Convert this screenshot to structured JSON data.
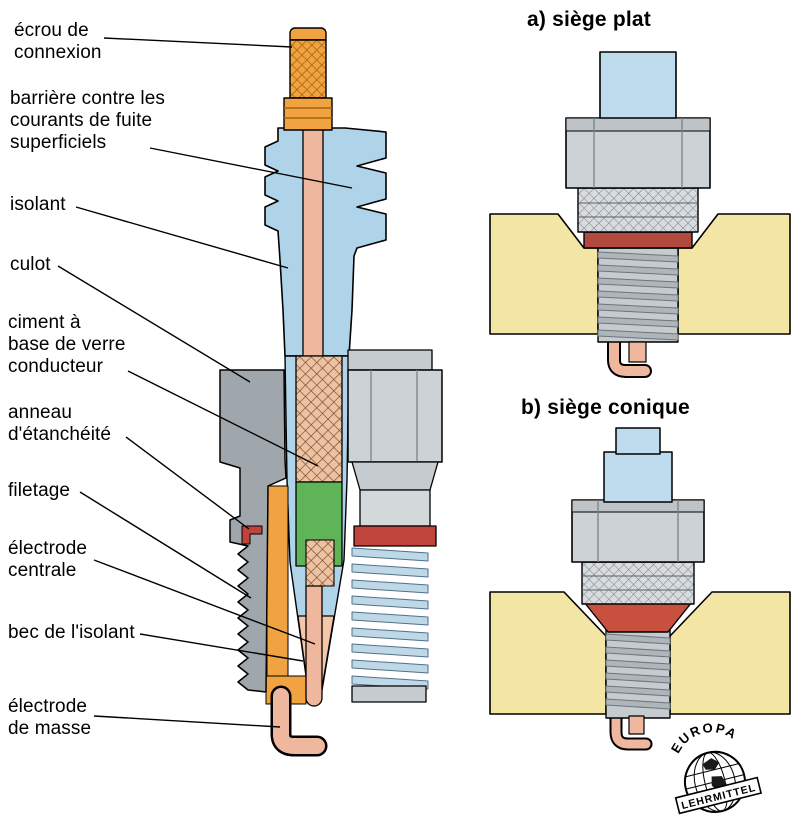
{
  "figure": {
    "subject": "coupe d'une bougie d'allumage"
  },
  "main_diagram": {
    "labels": [
      {
        "id": "ecrou",
        "text": "écrou de\nconnexion"
      },
      {
        "id": "barriere",
        "text": "barrière contre les\ncourants de fuite\nsuperficiels"
      },
      {
        "id": "isolant",
        "text": "isolant"
      },
      {
        "id": "culot",
        "text": "culot"
      },
      {
        "id": "ciment",
        "text": "ciment à\nbase de verre\nconducteur"
      },
      {
        "id": "anneau",
        "text": "anneau\nd'étanchéité"
      },
      {
        "id": "filetage",
        "text": "filetage"
      },
      {
        "id": "electrode_centrale",
        "text": "électrode\ncentrale"
      },
      {
        "id": "bec",
        "text": "bec de l'isolant"
      },
      {
        "id": "electrode_masse",
        "text": "électrode\nde masse"
      }
    ]
  },
  "panels": [
    {
      "id": "a",
      "title": "a) siège plat"
    },
    {
      "id": "b",
      "title": "b) siège conique"
    }
  ],
  "logo": {
    "top": "EUROPA",
    "bottom": "LEHRMITTEL"
  },
  "colors": {
    "insulator_blue": "#AFD3E8",
    "terminal_orange": "#F2A341",
    "electrode_salmon": "#EFB79E",
    "cement_green": "#5FB457",
    "seal_red": "#C1443C",
    "shell_gray_exterior": "#CDD2D6",
    "shell_gray_cut": "#9FA6AC",
    "cylinder_head_yellow": "#F3E5A4",
    "thread_blue": "#BFD8E8"
  }
}
